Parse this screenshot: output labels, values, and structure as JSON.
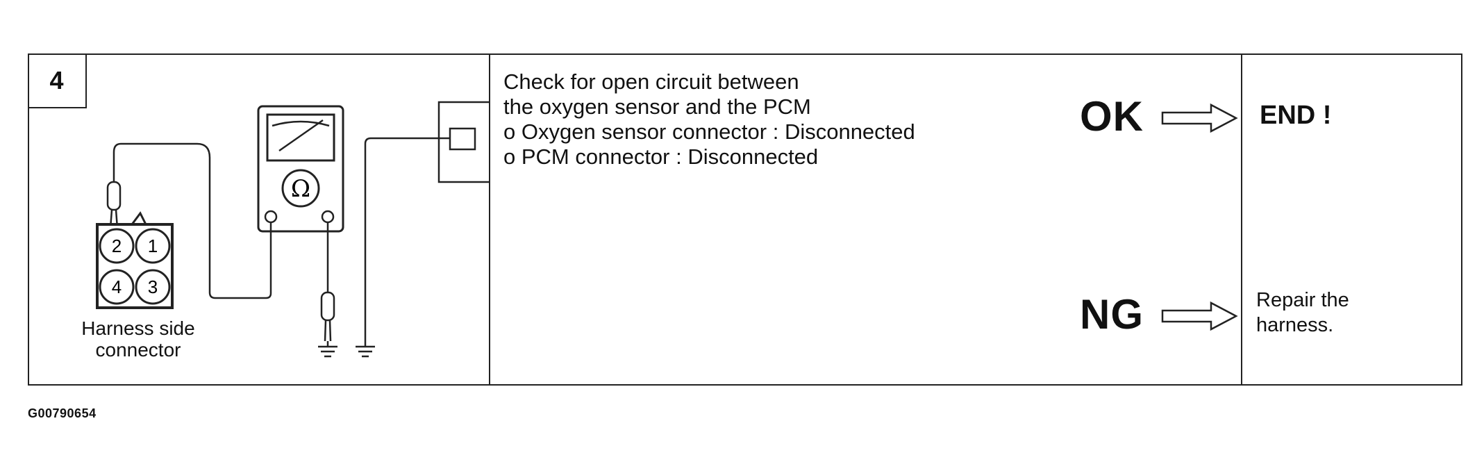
{
  "step": {
    "number": "4"
  },
  "diagram": {
    "connector_pins": [
      "2",
      "1",
      "4",
      "3"
    ],
    "harness_label_line1": "Harness side",
    "harness_label_line2": "connector",
    "meter_symbol": "Ω",
    "meter_icon": "ohmmeter-icon",
    "ground_icon": "ground-symbol-icon"
  },
  "check": {
    "lines": [
      "Check for open circuit between",
      "the oxygen sensor and the PCM",
      "o Oxygen sensor connector : Disconnected",
      "o PCM connector : Disconnected"
    ]
  },
  "results": {
    "ok_label": "OK",
    "ng_label": "NG",
    "ok_action": "END !",
    "ng_action_line1": "Repair the",
    "ng_action_line2": "harness."
  },
  "figure": {
    "id": "G00790654"
  }
}
